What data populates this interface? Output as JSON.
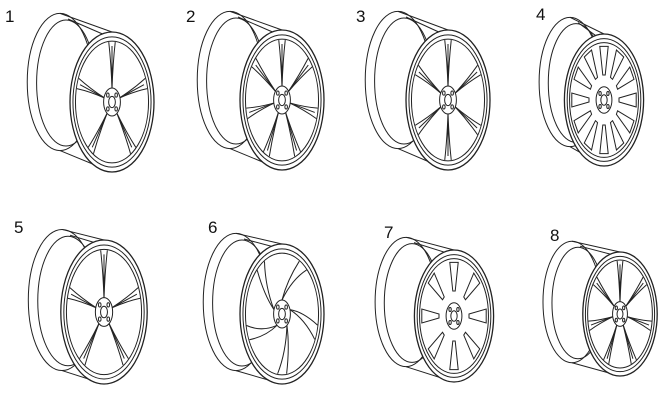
{
  "wheels": [
    {
      "number": "1",
      "spoke_count": 5,
      "spoke_style": "twin-split"
    },
    {
      "number": "2",
      "spoke_count": 7,
      "spoke_style": "twin-split"
    },
    {
      "number": "3",
      "spoke_count": 6,
      "spoke_style": "twin-split"
    },
    {
      "number": "4",
      "spoke_count": 12,
      "spoke_style": "slot"
    },
    {
      "number": "5",
      "spoke_count": 5,
      "spoke_style": "twin-split"
    },
    {
      "number": "6",
      "spoke_count": 5,
      "spoke_style": "twisted"
    },
    {
      "number": "7",
      "spoke_count": 8,
      "spoke_style": "slot"
    },
    {
      "number": "8",
      "spoke_count": 7,
      "spoke_style": "twin-split"
    }
  ],
  "colors": {
    "line": "#222222",
    "background": "#ffffff"
  }
}
